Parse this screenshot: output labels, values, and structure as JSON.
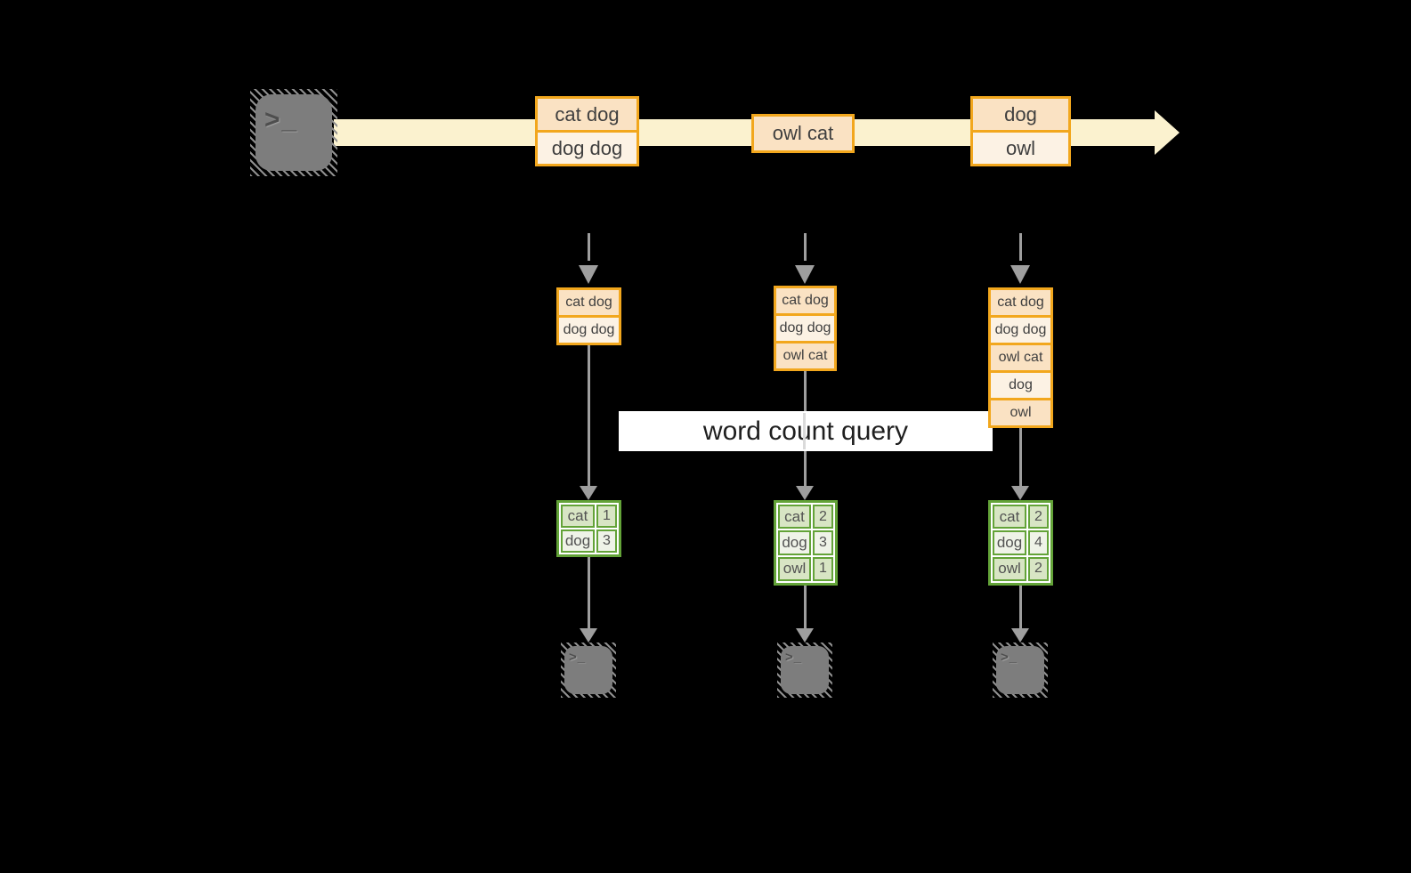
{
  "query": {
    "label": "word count query"
  },
  "icons": {
    "terminal_prompt": ">_"
  },
  "palette": {
    "background": "#000000",
    "stream_band": "#FBF2CF",
    "message_border": "#F2A71D",
    "message_fill_dark": "#FAE2C3",
    "message_fill_light": "#FCF2E4",
    "count_table_border": "#63A338",
    "count_fill_dark": "#D8E5C4",
    "count_fill_light": "#EFF3E8",
    "arrow_gray": "#9E9E9E",
    "terminal_gray": "#7D7D7D"
  },
  "stream": {
    "messages": [
      {
        "lines": [
          "cat dog",
          "dog dog"
        ]
      },
      {
        "lines": [
          "owl cat"
        ]
      },
      {
        "lines": [
          "dog",
          "owl"
        ]
      }
    ]
  },
  "batches": [
    {
      "rows": [
        "cat dog",
        "dog dog"
      ]
    },
    {
      "rows": [
        "cat dog",
        "dog dog",
        "owl cat"
      ]
    },
    {
      "rows": [
        "cat dog",
        "dog dog",
        "owl cat",
        "dog",
        "owl"
      ]
    }
  ],
  "counts": [
    {
      "rows": [
        {
          "word": "cat",
          "count": "1"
        },
        {
          "word": "dog",
          "count": "3"
        }
      ]
    },
    {
      "rows": [
        {
          "word": "cat",
          "count": "2"
        },
        {
          "word": "dog",
          "count": "3"
        },
        {
          "word": "owl",
          "count": "1"
        }
      ]
    },
    {
      "rows": [
        {
          "word": "cat",
          "count": "2"
        },
        {
          "word": "dog",
          "count": "4"
        },
        {
          "word": "owl",
          "count": "2"
        }
      ]
    }
  ]
}
